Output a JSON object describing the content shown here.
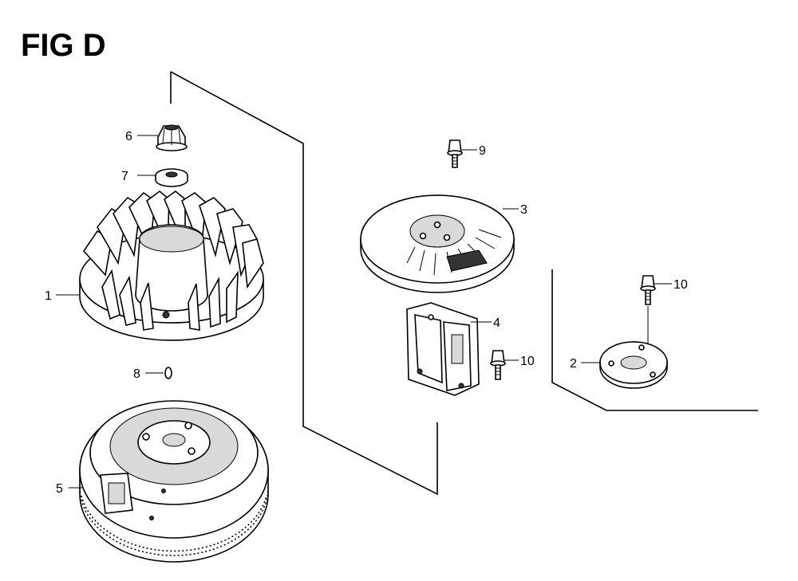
{
  "figure": {
    "title": "FIG D"
  },
  "callouts": {
    "c1": "1",
    "c2": "2",
    "c3": "3",
    "c4": "4",
    "c5": "5",
    "c6": "6",
    "c7": "7",
    "c8": "8",
    "c9": "9",
    "c10a": "10",
    "c10b": "10"
  }
}
